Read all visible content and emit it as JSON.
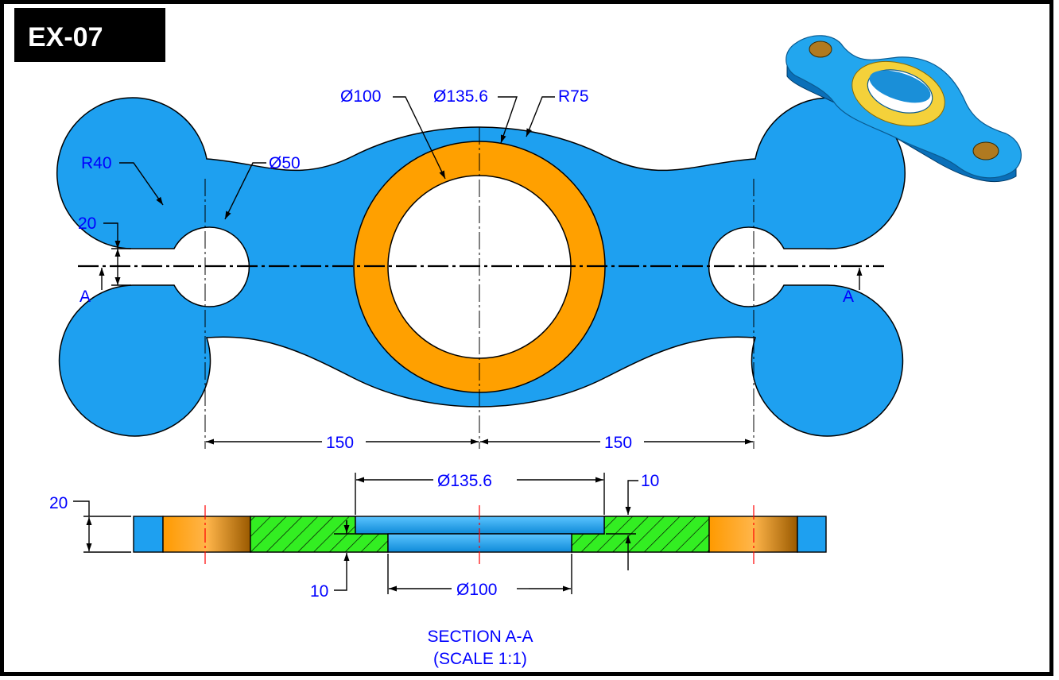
{
  "title": "EX-07",
  "top_view": {
    "callouts": {
      "bore": "Ø100",
      "counterbore": "Ø135.6",
      "outer_radius": "R75",
      "end_radius": "R40",
      "slot_hole": "Ø50",
      "slot_width": "20"
    },
    "spacing_left": "150",
    "spacing_right": "150",
    "section_marker_left": "A",
    "section_marker_right": "A"
  },
  "section_view": {
    "counterbore_dia": "Ø135.6",
    "counterbore_depth": "10",
    "bore_dia": "Ø100",
    "bottom_depth": "10",
    "thickness": "20"
  },
  "caption": {
    "line1": "SECTION A-A",
    "line2": "(SCALE 1:1)"
  },
  "colors": {
    "body": "#1ea0f0",
    "ring": "#ffa000",
    "hatch": "#33ee22",
    "dimension_text": "#0000ff",
    "title_bg": "#000000",
    "title_fg": "#ffffff",
    "center_line_section": "#ff0000"
  },
  "icons": {
    "iso_view": "isometric-part-icon"
  }
}
